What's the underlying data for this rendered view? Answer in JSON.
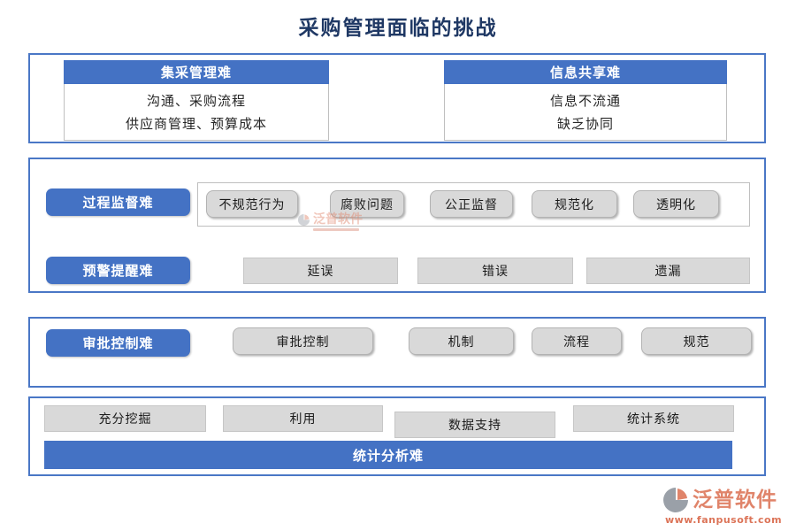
{
  "title": "采购管理面临的挑战",
  "colors": {
    "accent_blue": "#4472C4",
    "gray_fill": "#D9D9D9",
    "title_navy": "#1F3864",
    "brand_coral": "#E0846A"
  },
  "top_cards": [
    {
      "header": "集采管理难",
      "lines": [
        "沟通、采购流程",
        "供应商管理、预算成本"
      ]
    },
    {
      "header": "信息共享难",
      "lines": [
        "信息不流通",
        "缺乏协同"
      ]
    }
  ],
  "process_row": {
    "label": "过程监督难",
    "items": [
      "不规范行为",
      "腐败问题",
      "公正监督",
      "规范化",
      "透明化"
    ]
  },
  "warning_row": {
    "label": "预警提醒难",
    "items": [
      "延误",
      "错误",
      "遗漏"
    ]
  },
  "approval_row": {
    "label": "审批控制难",
    "items": [
      "审批控制",
      "机制",
      "流程",
      "规范"
    ]
  },
  "stats_section": {
    "items": [
      "充分挖掘",
      "利用",
      "数据支持",
      "统计系统"
    ],
    "bar_label": "统计分析难"
  },
  "watermark": {
    "brand": "泛普软件"
  },
  "footer": {
    "brand": "泛普软件",
    "url": "www.fanpusoft.com"
  }
}
